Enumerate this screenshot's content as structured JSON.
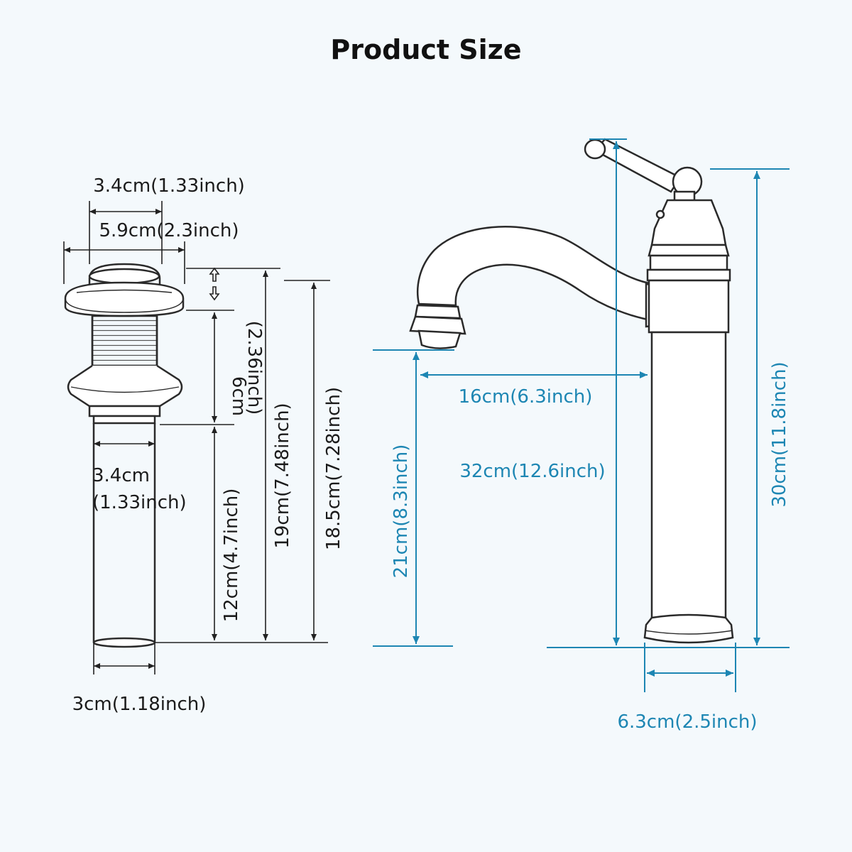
{
  "title": "Product Size",
  "colors": {
    "background": "#f4f9fc",
    "drawing": "#2a2a2a",
    "drain_dimension": "#222222",
    "faucet_dimension": "#1d86b3"
  },
  "drain": {
    "top_width": "3.4cm(1.33inch)",
    "flange_width": "5.9cm(2.3inch)",
    "body_height_cm": "6cm",
    "body_height_inch": "(2.36inch)",
    "total_height_1": "19cm(7.48inch)",
    "total_height_2": "18.5cm(7.28inch)",
    "tail_length": "12cm(4.7inch)",
    "tail_width_cm": "3.4cm",
    "tail_width_inch": "(1.33inch)",
    "bottom_width": "3cm(1.18inch)"
  },
  "faucet": {
    "spout_reach": "16cm(6.3inch)",
    "spout_height": "21cm(8.3inch)",
    "total_height": "32cm(12.6inch)",
    "body_height": "30cm(11.8inch)",
    "base_diameter": "6.3cm(2.5inch)"
  }
}
